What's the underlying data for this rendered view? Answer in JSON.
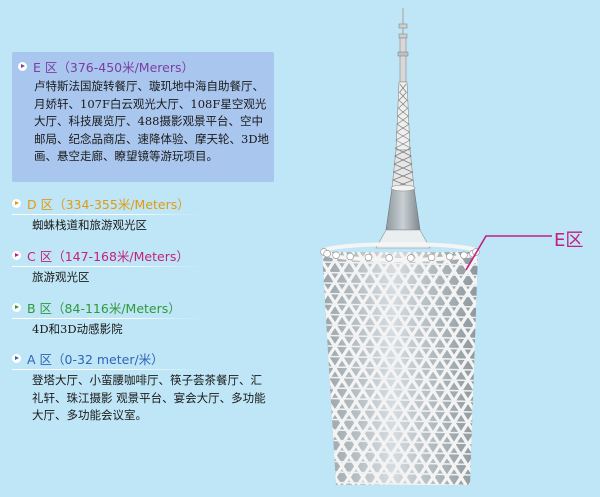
{
  "zones": [
    {
      "id": "e",
      "title": "E 区（376-450米/Merers）",
      "color": "#7b3ea3",
      "description": "卢特斯法国旋转餐厅、璇玑地中海自助餐厅、月娇轩、107F白云观光大厅、108F星空观光大厅、科技展览厅、488摄影观景平台、空中邮局、纪念品商店、速降体验、摩天轮、3D地画、悬空走廊、瞭望镜等游玩项目。"
    },
    {
      "id": "d",
      "title": "D 区（334-355米/Meters）",
      "color": "#e29a12",
      "description": "蜘蛛栈道和旅游观光区"
    },
    {
      "id": "c",
      "title": "C 区（147-168米/Meters）",
      "color": "#c4217e",
      "description": "旅游观光区"
    },
    {
      "id": "b",
      "title": "B 区（84-116米/Meters）",
      "color": "#2e9a3a",
      "description": "4D和3D动感影院"
    },
    {
      "id": "a",
      "title": "A 区（0-32 meter/米）",
      "color": "#2f64b7",
      "description": "登塔大厅、小蛮腰咖啡厅、筷子荟茶餐厅、汇礼轩、珠江摄影 观景平台、宴会大厅、多功能大厅、多功能会议室。"
    }
  ],
  "callout": {
    "label": "E区",
    "color": "#c21e83"
  },
  "colors": {
    "background": "#bfe6f6",
    "highlight_panel": "#a9c6ee",
    "tower_lattice": "#f4f4f4"
  }
}
